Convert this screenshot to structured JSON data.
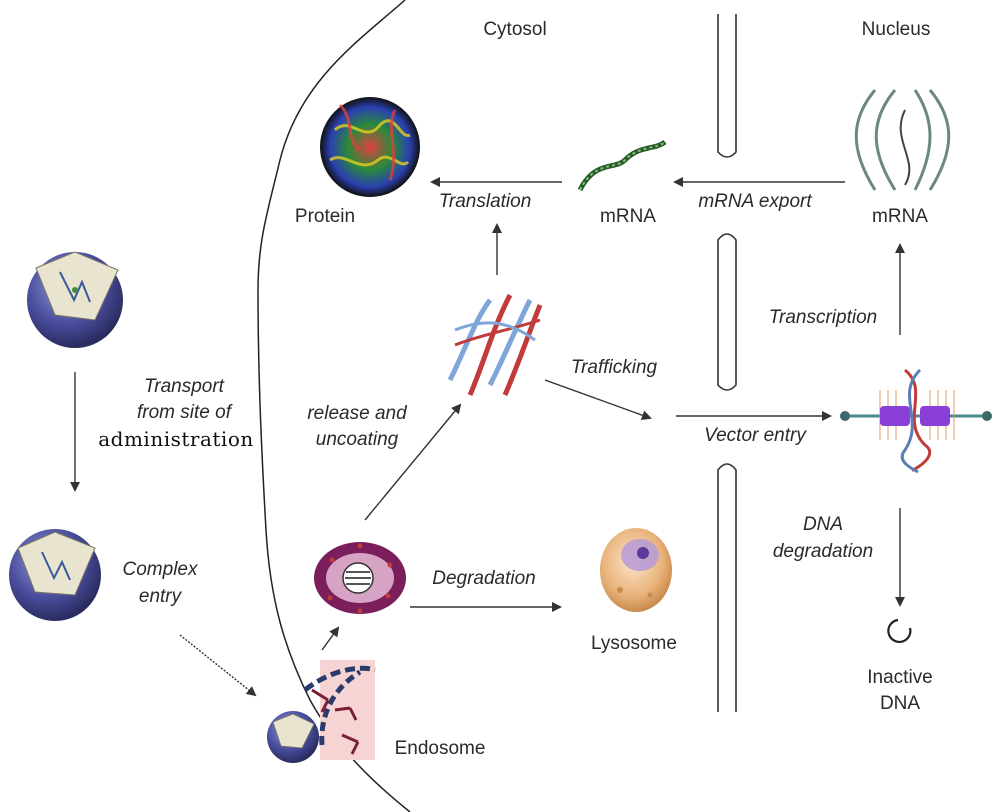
{
  "regions": {
    "cytosol": "Cytosol",
    "nucleus": "Nucleus"
  },
  "nodes": {
    "protein": "Protein",
    "mrna_cytosol": "mRNA",
    "mrna_nucleus": "mRNA",
    "lysosome": "Lysosome",
    "endosome": "Endosome",
    "inactive_dna_line1": "Inactive",
    "inactive_dna_line2": "DNA"
  },
  "processes": {
    "translation": "Translation",
    "mrna_export": "mRNA export",
    "transcription": "Transcription",
    "trafficking": "Trafficking",
    "vector_entry": "Vector entry",
    "release_line1": "release and",
    "release_line2": "uncoating",
    "transport_line1": "Transport",
    "transport_line2": "from site of",
    "transport_line3": "administration",
    "complex_entry_line1": "Complex",
    "complex_entry_line2": "entry",
    "degradation": "Degradation",
    "dna_degradation_line1": "DNA",
    "dna_degradation_line2": "degradation"
  },
  "colors": {
    "arrow": "#333333",
    "membrane": "#222222",
    "endosome_outer": "#7a1f5c",
    "vector_sphere": "#4a4e9e",
    "lysosome": "#e8b27a",
    "dna_red": "#c23b3b",
    "dna_blue": "#5a7fb8",
    "histone": "#8b3fd9"
  }
}
